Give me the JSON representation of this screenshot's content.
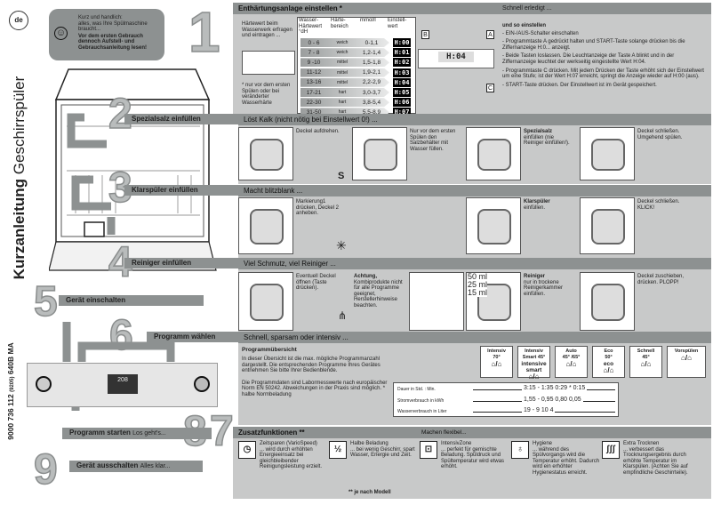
{
  "language_badge": "de",
  "doc_title_bold": "Kurzanleitung",
  "doc_title_rest": "Geschirrspüler",
  "doc_number": "9000 736 112",
  "doc_number_small": "(9205)",
  "doc_number_suffix": "640B MA",
  "intro": {
    "line1": "Kurz und handlich:",
    "line2": "alles, was Ihre Spülmaschine braucht...",
    "bold": "Vor dem ersten Gebrauch dennoch Aufstell- und Gebrauchsanleitung lesen!",
    "icon": "smiley-icon"
  },
  "step_numbers": [
    "1",
    "2",
    "3",
    "4",
    "5",
    "6",
    "7",
    "8",
    "9"
  ],
  "section1": {
    "title": "Enthärtungsanlage einstellen *",
    "subtitle": "Schnell erledigt ...",
    "left_text": "Härtewert beim Wasserwerk erfragen und eintragen ...",
    "footnote": "* nur vor dem ersten Spülen oder bei veränderter Wasserhärte",
    "table_headers": [
      "Wasser-Härtewert °dH",
      "Härte-bereich",
      "mmol/l",
      "Einstell-wert"
    ],
    "rows": [
      {
        "dh": "0 - 6",
        "range": "weich",
        "mmol": "0-1,1",
        "value": "H:00"
      },
      {
        "dh": "7 - 8",
        "range": "weich",
        "mmol": "1,2-1,4",
        "value": "H:01"
      },
      {
        "dh": "9 -10",
        "range": "mittel",
        "mmol": "1,5-1,8",
        "value": "H:02"
      },
      {
        "dh": "11-12",
        "range": "mittel",
        "mmol": "1,9-2,1",
        "value": "H:03"
      },
      {
        "dh": "13-16",
        "range": "mittel",
        "mmol": "2,2-2,9",
        "value": "H:04"
      },
      {
        "dh": "17-21",
        "range": "hart",
        "mmol": "3,0-3,7",
        "value": "H:05"
      },
      {
        "dh": "22-30",
        "range": "hart",
        "mmol": "3,8-5,4",
        "value": "H:06"
      },
      {
        "dh": "31-50",
        "range": "hart",
        "mmol": "5,5-8,9",
        "value": "H:07"
      }
    ],
    "display_labels": {
      "a": "A",
      "b": "B",
      "c": "C",
      "display": "H:04"
    },
    "howto_title": "und so einstellen",
    "howto": [
      "- EIN-/AUS-Schalter einschalten",
      "- Programmtaste A gedrückt halten und START-Taste solange drücken bis die Ziffernanzeige H:0... anzeigt.",
      "- Beide Tasten loslassen. Die Leuchtanzeige der Taste A blinkt und in der Ziffernanzeige leuchtet der werkseitig eingestellte Wert H:04.",
      "- Programmtaste C drücken. Mit jedem Drücken der Taste erhöht sich der Einstellwert um eine Stufe; ist der Wert H:07 erreicht, springt die Anzeige wieder auf H:00 (aus).",
      "- START-Taste drücken. Der Einstellwert ist im Gerät gespeichert."
    ]
  },
  "section2": {
    "title": "Spezialsalz einfüllen",
    "subtitle": "Löst Kalk (nicht nötig bei Einstellwert 0!) ...",
    "steps": [
      {
        "text": "Deckel aufdrehen."
      },
      {
        "text": "Nur vor dem ersten Spülen den Salzbehälter mit Wasser füllen."
      },
      {
        "bold": "Spezialsalz",
        "text": "einfüllen (nie Reiniger einfüllen!)."
      },
      {
        "text": "Deckel schließen. Umgehend spülen."
      }
    ]
  },
  "section3": {
    "title": "Klarspüler einfüllen",
    "subtitle": "Macht blitzblank ...",
    "steps": [
      {
        "text": "Markierung1 drücken, Deckel 2 anheben."
      },
      {
        "bold": "Klarspüler",
        "text": "einfüllen."
      },
      {
        "text": "Deckel schließen. KLICK!"
      }
    ]
  },
  "section4": {
    "title": "Reiniger einfüllen",
    "subtitle": "Viel Schmutz, viel Reiniger ...",
    "steps": [
      {
        "text": "Eventuell Deckel öffnen (Taste drücken)."
      },
      {
        "bold": "Achtung,",
        "text": "Kombiprodukte nicht für alle Programme geeignet, Herstellerhinweise beachten."
      },
      {
        "bold": "Reiniger",
        "text": "nur in trockene Reinigerkammer einfüllen."
      },
      {
        "text": "Deckel zuschieben, drücken. PLOPP!"
      }
    ],
    "measures": [
      "50 ml",
      "25 ml",
      "15 ml"
    ]
  },
  "step5": {
    "title": "Gerät einschalten"
  },
  "step6": {
    "title": "Programm wählen",
    "subtitle": "Schnell, sparsam oder intensiv ..."
  },
  "panel_display": "208",
  "program_overview": {
    "title": "Programmübersicht",
    "text1": "In dieser Übersicht ist die max. mögliche Programmanzahl dargestellt. Die entsprechenden Programme Ihres Gerätes entnehmen Sie bitte Ihrer Bedienblende.",
    "text2": "Die Programmdaten sind Labormesswerte nach europäischer Norm EN 50242. Abweichungen in der Praxis sind möglich. * halbe Normbeladung",
    "programs": [
      {
        "name": "Intensiv",
        "temp": "70°",
        "extra": ""
      },
      {
        "name": "Intensiv",
        "temp": "Smart 45°",
        "extra": "intensive smart"
      },
      {
        "name": "Auto",
        "temp": "45° /65°",
        "extra": ""
      },
      {
        "name": "Eco",
        "temp": "50°",
        "extra": "eco"
      },
      {
        "name": "Schnell",
        "temp": "45°",
        "extra": ""
      },
      {
        "name": "Vorspülen",
        "temp": "",
        "extra": ""
      }
    ],
    "data_rows": [
      {
        "label": "Dauer in Std. : Min.",
        "values": "3:15 - 1:35 0:29 * 0:15"
      },
      {
        "label": "Stromverbrauch in kWh",
        "values": "1,55 - 0,95 0,80 0,05"
      },
      {
        "label": "Wasserverbrauch in Liter",
        "values": "19 - 9 10 4"
      }
    ]
  },
  "step7": {
    "title": "Programm starten",
    "subtitle": "Los geht's..."
  },
  "step9": {
    "title": "Gerät ausschalten",
    "subtitle": "Alles klar..."
  },
  "extras": {
    "title": "Zusatzfunktionen **",
    "subtitle": "Machen flexibel...",
    "footnote": "** je nach  Modell",
    "items": [
      {
        "icon": "clock-speed-icon",
        "glyph": "◷",
        "name": "Zeitsparen (VarioSpeed)",
        "text": "... wird durch erhöhten Energieeinsatz bei gleichbleibender Reinigungsleistung erzielt."
      },
      {
        "icon": "half-load-icon",
        "glyph": "½",
        "name": "Halbe Beladung",
        "text": "... bei wenig Geschirr, spart Wasser, Energie und Zeit."
      },
      {
        "icon": "intensive-zone-icon",
        "glyph": "⊡",
        "name": "IntensivZone",
        "text": "... perfekt für gemischte Beladung. Spüldruck und Spültemperatur wird etwas erhöht."
      },
      {
        "icon": "hygiene-icon",
        "glyph": "♁",
        "name": "Hygiene",
        "text": "... während des Spülvorgangs wird die Temperatur erhöht. Dadurch wird ein erhöhter Hygienestatus erreicht."
      },
      {
        "icon": "extra-dry-icon",
        "glyph": "ʃʃʃ",
        "name": "Extra Trocknen",
        "text": "... verbessert das Trocknungsergebnis durch erhöhte Temperatur im Klarspülen. (Achten Sie auf empfindliche Geschirrteile)."
      }
    ]
  }
}
